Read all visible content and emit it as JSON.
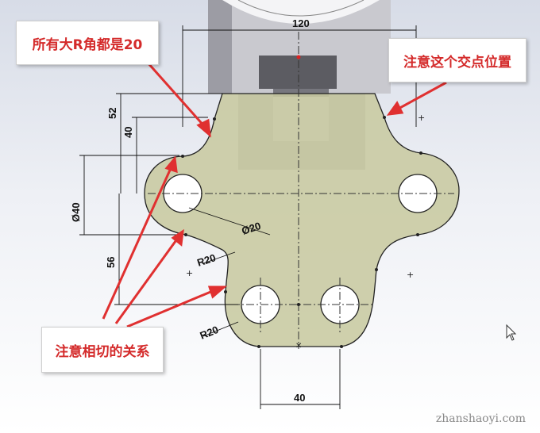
{
  "callouts": {
    "large_radius": "所有大R角都是20",
    "intersection": "注意这个交点位置",
    "tangent": "注意相切的关系"
  },
  "dimensions": {
    "top_width": "120",
    "left_52": "52",
    "left_40": "40",
    "dia_40": "Ø40",
    "hole_dia": "Ø20",
    "radius_upper": "R20",
    "radius_lower": "R20",
    "height_56": "56",
    "bottom_40": "40"
  },
  "watermark": "zhanshaoyi.com",
  "colors": {
    "sketch_fill": "#c8c9a0",
    "callout_text": "#d42a2a",
    "arrow": "#e03030"
  }
}
